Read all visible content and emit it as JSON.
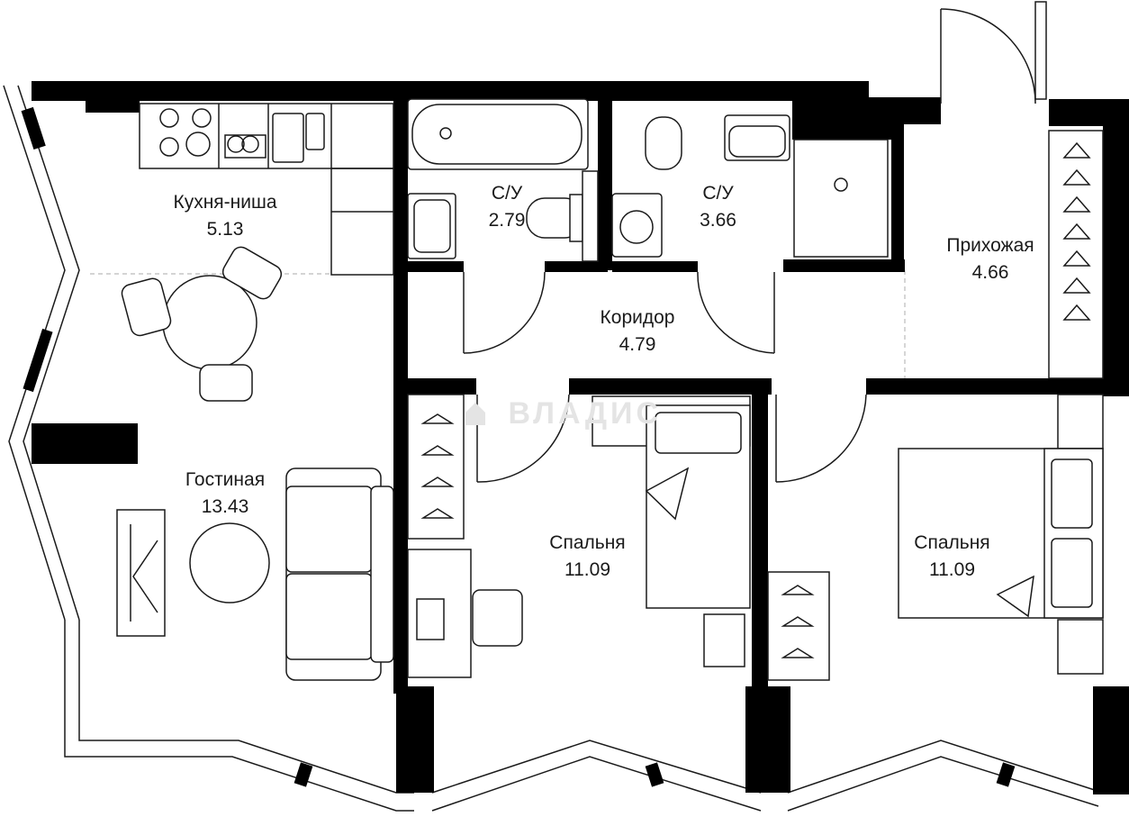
{
  "watermark": {
    "text": "ВЛАДИС",
    "icon": "house-icon"
  },
  "rooms": [
    {
      "id": "kitchen",
      "name": "Кухня-ниша",
      "area": "5.13"
    },
    {
      "id": "bath1",
      "name": "С/У",
      "area": "2.79"
    },
    {
      "id": "bath2",
      "name": "С/У",
      "area": "3.66"
    },
    {
      "id": "hallway",
      "name": "Прихожая",
      "area": "4.66"
    },
    {
      "id": "corridor",
      "name": "Коридор",
      "area": "4.79"
    },
    {
      "id": "living",
      "name": "Гостиная",
      "area": "13.43"
    },
    {
      "id": "bedroom1",
      "name": "Спальня",
      "area": "11.09"
    },
    {
      "id": "bedroom2",
      "name": "Спальня",
      "area": "11.09"
    }
  ],
  "colors": {
    "wall": "#000000",
    "line": "#1a1a1a",
    "background": "#ffffff",
    "watermark": "#e4e4e4"
  }
}
